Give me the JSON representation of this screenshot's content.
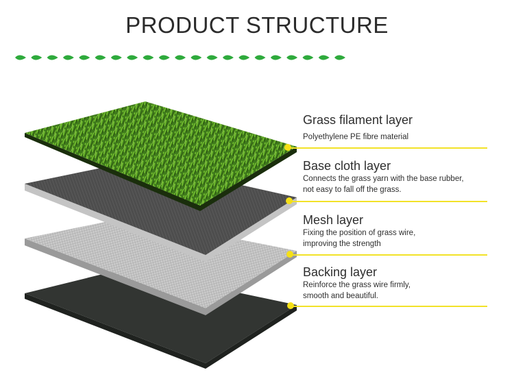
{
  "title": "PRODUCT STRUCTURE",
  "colors": {
    "leaf_green": "#2eaa3c",
    "leader_yellow": "#f2e228",
    "dot_yellow": "#f5e017",
    "grass_dark": "#2f5a14",
    "grass_light": "#6cbf2a",
    "base_cloth": "#505050",
    "base_cloth_edge": "#c4c4c4",
    "mesh": "#c9c9c9",
    "mesh_edge": "#9a9a9a",
    "backing": "#323532",
    "backing_edge": "#1f221f"
  },
  "divider": {
    "icon": "leaf-icon",
    "count": 21
  },
  "layers": [
    {
      "id": "grass",
      "name": "Grass filament layer",
      "description": [
        "Polyethylene PE fibre material"
      ]
    },
    {
      "id": "base-cloth",
      "name": "Base cloth layer",
      "description": [
        "Connects the grass yarn with the base rubber,",
        "not easy to fall off the grass."
      ]
    },
    {
      "id": "mesh",
      "name": "Mesh layer",
      "description": [
        "Fixing the position of grass wire,",
        "improving the strength"
      ]
    },
    {
      "id": "backing",
      "name": "Backing layer",
      "description": [
        "Reinforce the grass wire firmly,",
        "smooth and beautiful."
      ]
    }
  ]
}
